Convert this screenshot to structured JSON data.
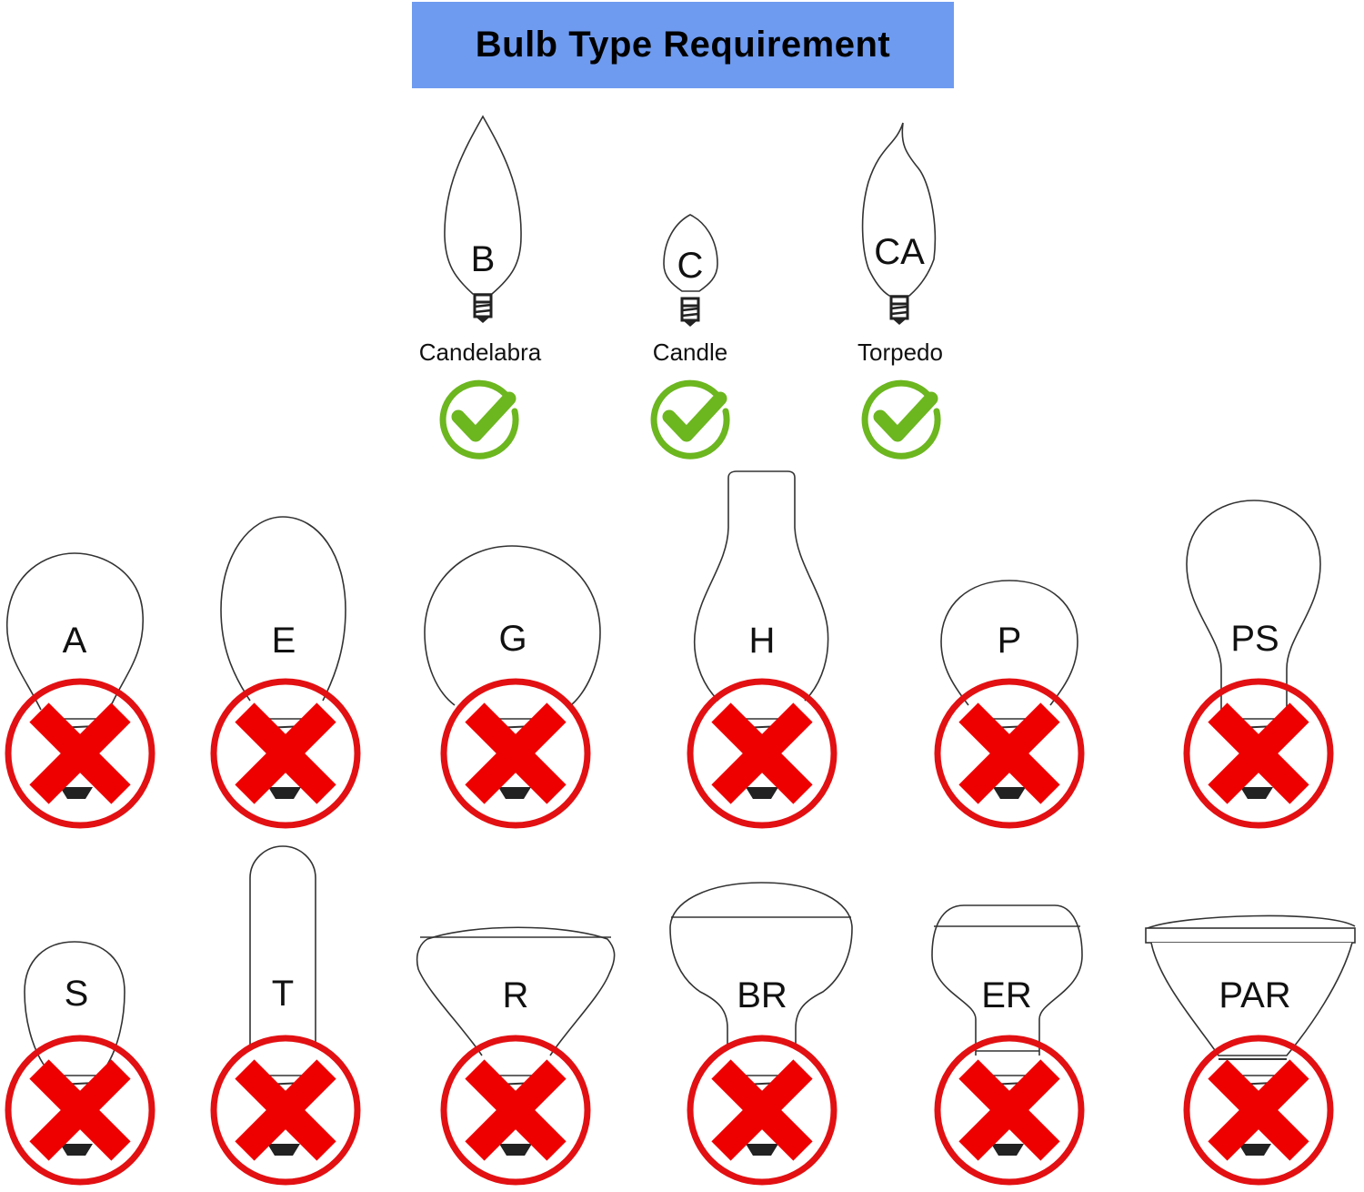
{
  "header": {
    "title": "Bulb Type Requirement",
    "background": "#6e9bf0"
  },
  "colors": {
    "accept": "#6cb61f",
    "reject": "#e21012"
  },
  "accepted_bulbs": [
    {
      "code": "B",
      "name": "Candelabra",
      "status": "accepted",
      "icon": "check-circle-icon"
    },
    {
      "code": "C",
      "name": "Candle",
      "status": "accepted",
      "icon": "check-circle-icon"
    },
    {
      "code": "CA",
      "name": "Torpedo",
      "status": "accepted",
      "icon": "check-circle-icon"
    }
  ],
  "rejected_bulbs_row1": [
    {
      "code": "A",
      "status": "rejected",
      "icon": "x-circle-icon"
    },
    {
      "code": "E",
      "status": "rejected",
      "icon": "x-circle-icon"
    },
    {
      "code": "G",
      "status": "rejected",
      "icon": "x-circle-icon"
    },
    {
      "code": "H",
      "status": "rejected",
      "icon": "x-circle-icon"
    },
    {
      "code": "P",
      "status": "rejected",
      "icon": "x-circle-icon"
    },
    {
      "code": "PS",
      "status": "rejected",
      "icon": "x-circle-icon"
    }
  ],
  "rejected_bulbs_row2": [
    {
      "code": "S",
      "status": "rejected",
      "icon": "x-circle-icon"
    },
    {
      "code": "T",
      "status": "rejected",
      "icon": "x-circle-icon"
    },
    {
      "code": "R",
      "status": "rejected",
      "icon": "x-circle-icon"
    },
    {
      "code": "BR",
      "status": "rejected",
      "icon": "x-circle-icon"
    },
    {
      "code": "ER",
      "status": "rejected",
      "icon": "x-circle-icon"
    },
    {
      "code": "PAR",
      "status": "rejected",
      "icon": "x-circle-icon"
    }
  ]
}
